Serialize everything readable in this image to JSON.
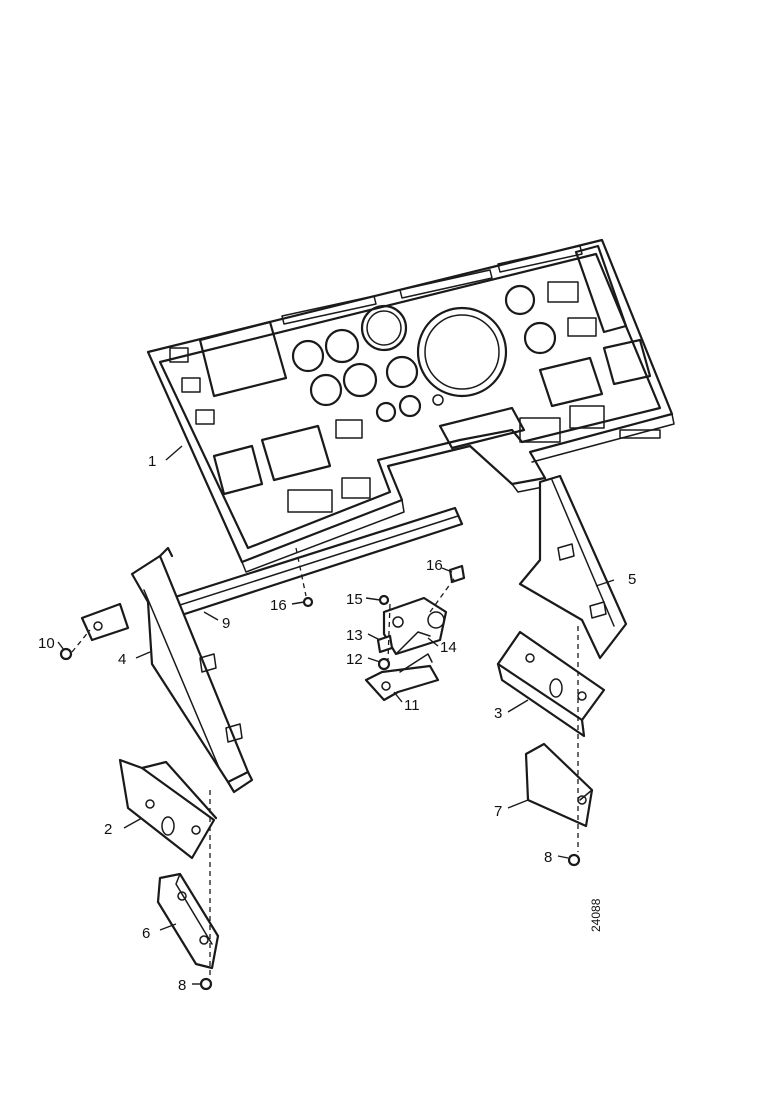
{
  "callouts": [
    {
      "id": "1",
      "label": "1"
    },
    {
      "id": "2",
      "label": "2"
    },
    {
      "id": "3",
      "label": "3"
    },
    {
      "id": "4",
      "label": "4"
    },
    {
      "id": "5",
      "label": "5"
    },
    {
      "id": "6",
      "label": "6"
    },
    {
      "id": "7",
      "label": "7"
    },
    {
      "id": "8a",
      "label": "8"
    },
    {
      "id": "8b",
      "label": "8"
    },
    {
      "id": "9",
      "label": "9"
    },
    {
      "id": "10",
      "label": "10"
    },
    {
      "id": "11",
      "label": "11"
    },
    {
      "id": "12",
      "label": "12"
    },
    {
      "id": "13",
      "label": "13"
    },
    {
      "id": "14",
      "label": "14"
    },
    {
      "id": "15",
      "label": "15"
    },
    {
      "id": "16a",
      "label": "16"
    },
    {
      "id": "16b",
      "label": "16"
    }
  ],
  "drawing_code": "24088"
}
